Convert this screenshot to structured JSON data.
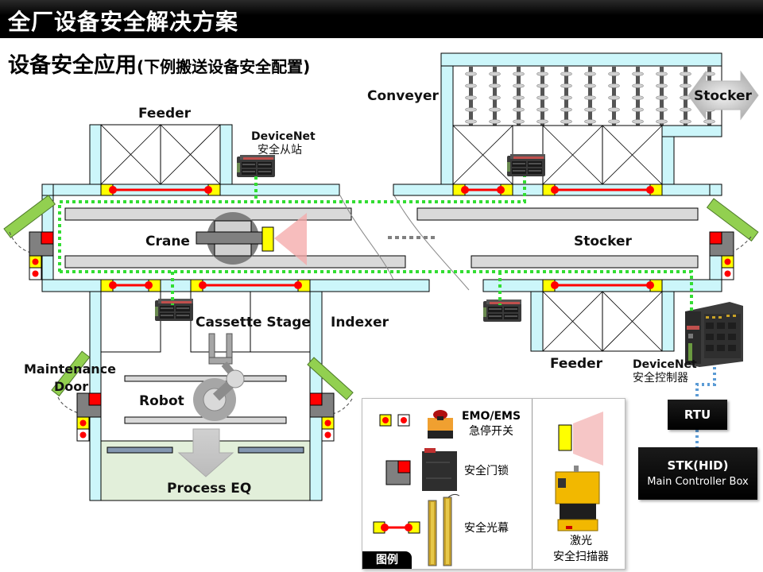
{
  "header": {
    "title": "全厂设备安全解决方案",
    "subtitle_main": "设备安全应用",
    "subtitle_note": "(下例搬送设备安全配置)"
  },
  "labels": {
    "feeder_top": "Feeder",
    "feeder_bottom": "Feeder",
    "conveyer": "Conveyer",
    "stocker_arrow": "Stocker",
    "stocker": "Stocker",
    "crane": "Crane",
    "cassette_stage": "Cassette Stage",
    "indexer": "Indexer",
    "maintenance_door_line1": "Maintenance",
    "maintenance_door_line2": "Door",
    "robot": "Robot",
    "process_eq": "Process EQ",
    "devicenet_slave_line1": "DeviceNet",
    "devicenet_slave_line2": "安全从站",
    "devicenet_controller_line1": "DeviceNet",
    "devicenet_controller_line2": "安全控制器"
  },
  "control": {
    "rtu": "RTU",
    "stk_title": "STK(HID)",
    "stk_subtitle": "Main Controller Box"
  },
  "legend": {
    "tag": "图例",
    "items": [
      {
        "icon": "emergency-stop-icon",
        "line1": "EMO/EMS",
        "line2": "急停开关"
      },
      {
        "icon": "door-lock-icon",
        "line1": "安全门锁"
      },
      {
        "icon": "light-curtain-icon",
        "line1": "安全光幕"
      },
      {
        "icon": "laser-scanner-icon",
        "line1": "激光",
        "line2": "安全扫描器"
      }
    ]
  },
  "colors": {
    "frame": "#ccf6fa",
    "sensor_yellow": "#ffff00",
    "beam_red": "#ff0000",
    "network_green": "#33dd33",
    "door_green": "#92d050",
    "lock_gray": "#808080",
    "rail_gray": "#d9d9d9",
    "process_bg": "#e2efda",
    "serial_blue": "#5b9bd5"
  }
}
